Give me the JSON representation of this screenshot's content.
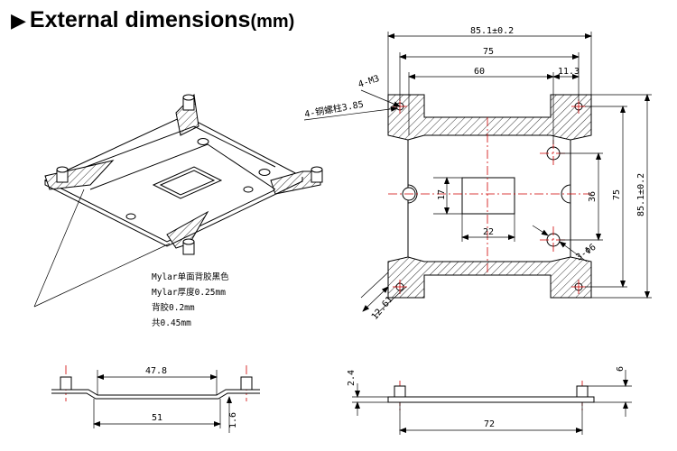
{
  "title": {
    "arrow_icon": "triangle-right",
    "main": "External dimensions",
    "unit": "(mm)"
  },
  "iso_notes": {
    "line1": "Mylar单面背胶黑色",
    "line2": "Mylar厚度0.25mm",
    "line3": "背胶0.2mm",
    "line4": "共0.45mm"
  },
  "top_view": {
    "overall_width": "85.1±0.2",
    "hole_spacing_width": "75",
    "inner_width": "60",
    "offset": "11.3",
    "thread_callout": "4-M3",
    "standoff_callout": "4-铜螺柱3.85",
    "hole_height": "17",
    "hole_width": "22",
    "small_spacing": "36",
    "hole_spacing_height": "75",
    "overall_height": "85.1±0.2",
    "hole_callout": "3-Φ6",
    "corner_width": "12.61"
  },
  "side_view_left": {
    "top_width": "47.8",
    "bottom_width": "51",
    "thickness": "1.6"
  },
  "side_view_right": {
    "plate_thickness": "2.4",
    "standoff_height": "6",
    "bottom_width": "72"
  },
  "colors": {
    "centerline": "#d00000",
    "lines": "#000000"
  }
}
